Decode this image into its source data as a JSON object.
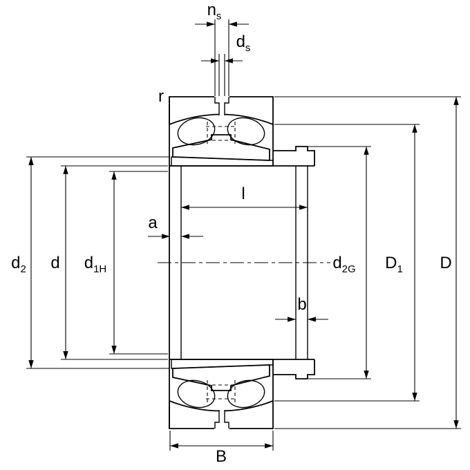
{
  "labels": {
    "ns": {
      "main": "n",
      "sub": "s"
    },
    "ds": {
      "main": "d",
      "sub": "s"
    },
    "r": {
      "main": "r",
      "sub": ""
    },
    "l": {
      "main": "l",
      "sub": ""
    },
    "a": {
      "main": "a",
      "sub": ""
    },
    "b": {
      "main": "b",
      "sub": ""
    },
    "B": {
      "main": "B",
      "sub": ""
    },
    "d2": {
      "main": "d",
      "sub": "2"
    },
    "d": {
      "main": "d",
      "sub": ""
    },
    "d1H": {
      "main": "d",
      "sub": "1H"
    },
    "d2G": {
      "main": "d",
      "sub": "2G"
    },
    "D1": {
      "main": "D",
      "sub": "1"
    },
    "D": {
      "main": "D",
      "sub": ""
    }
  },
  "colors": {
    "line": "#000000",
    "background": "#ffffff",
    "hatch": "#000000"
  }
}
